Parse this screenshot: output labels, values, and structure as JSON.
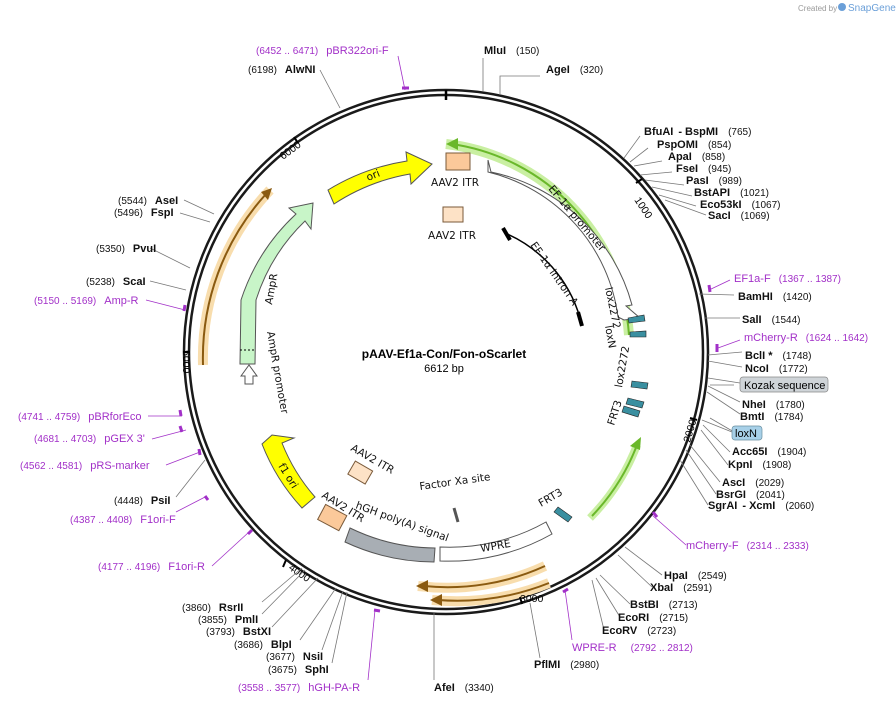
{
  "plasmid": {
    "name": "pAAV-Ef1a-Con/Fon-oScarlet",
    "length": "6612 bp"
  },
  "branding": {
    "created_by": "Created by",
    "product": "SnapGene"
  },
  "ticks": [
    "1000",
    "2000",
    "3000",
    "4000",
    "5000",
    "6000"
  ],
  "sites": [
    {
      "name": "MluI",
      "pos": "(150)"
    },
    {
      "name": "AgeI",
      "pos": "(320)"
    },
    {
      "name": "BfuAI",
      "pos": ""
    },
    {
      "name": "- BspMI",
      "pos": "(765)"
    },
    {
      "name": "PspOMI",
      "pos": "(854)"
    },
    {
      "name": "ApaI",
      "pos": "(858)"
    },
    {
      "name": "FseI",
      "pos": "(945)"
    },
    {
      "name": "PasI",
      "pos": "(989)"
    },
    {
      "name": "BstAPI",
      "pos": "(1021)"
    },
    {
      "name": "Eco53kI",
      "pos": "(1067)"
    },
    {
      "name": "SacI",
      "pos": "(1069)"
    },
    {
      "name": "BamHI",
      "pos": "(1420)"
    },
    {
      "name": "SalI",
      "pos": "(1544)"
    },
    {
      "name": "BclI *",
      "pos": "(1748)"
    },
    {
      "name": "NcoI",
      "pos": "(1772)"
    },
    {
      "name": "NheI",
      "pos": "(1780)"
    },
    {
      "name": "BmtI",
      "pos": "(1784)"
    },
    {
      "name": "Acc65I",
      "pos": "(1904)"
    },
    {
      "name": "KpnI",
      "pos": "(1908)"
    },
    {
      "name": "AscI",
      "pos": "(2029)"
    },
    {
      "name": "BsrGI",
      "pos": "(2041)"
    },
    {
      "name": "SgrAI",
      "pos": ""
    },
    {
      "name": "- XcmI",
      "pos": "(2060)"
    },
    {
      "name": "HpaI",
      "pos": "(2549)"
    },
    {
      "name": "XbaI",
      "pos": "(2591)"
    },
    {
      "name": "BstBI",
      "pos": "(2713)"
    },
    {
      "name": "EcoRI",
      "pos": "(2715)"
    },
    {
      "name": "EcoRV",
      "pos": "(2723)"
    },
    {
      "name": "PflMI",
      "pos": "(2980)"
    },
    {
      "name": "AfeI",
      "pos": "(3340)"
    },
    {
      "name": "SphI",
      "pos": "(3675)"
    },
    {
      "name": "NsiI",
      "pos": "(3677)"
    },
    {
      "name": "BlpI",
      "pos": "(3686)"
    },
    {
      "name": "BstXI",
      "pos": "(3793)"
    },
    {
      "name": "PmlI",
      "pos": "(3855)"
    },
    {
      "name": "RsrII",
      "pos": "(3860)"
    },
    {
      "name": "PsiI",
      "pos": "(4448)"
    },
    {
      "name": "ScaI",
      "pos": "(5238)"
    },
    {
      "name": "PvuI",
      "pos": "(5350)"
    },
    {
      "name": "FspI",
      "pos": "(5496)"
    },
    {
      "name": "AseI",
      "pos": "(5544)"
    },
    {
      "name": "AlwNI",
      "pos": "(6198)"
    }
  ],
  "primers": [
    {
      "name": "pBR322ori-F",
      "pos": "(6452 .. 6471)"
    },
    {
      "name": "EF1a-F",
      "pos": "(1367 .. 1387)"
    },
    {
      "name": "mCherry-R",
      "pos": "(1624 .. 1642)"
    },
    {
      "name": "mCherry-F",
      "pos": "(2314 .. 2333)"
    },
    {
      "name": "WPRE-R",
      "pos": "(2792 .. 2812)"
    },
    {
      "name": "hGH-PA-R",
      "pos": "(3558 .. 3577)"
    },
    {
      "name": "F1ori-R",
      "pos": "(4177 .. 4196)"
    },
    {
      "name": "F1ori-F",
      "pos": "(4387 .. 4408)"
    },
    {
      "name": "pRS-marker",
      "pos": "(4562 .. 4581)"
    },
    {
      "name": "pGEX 3'",
      "pos": "(4681 .. 4703)"
    },
    {
      "name": "pBRforEco",
      "pos": "(4741 .. 4759)"
    },
    {
      "name": "Amp-R",
      "pos": "(5150 .. 5169)"
    }
  ],
  "boxed_labels": [
    {
      "text": "Kozak sequence"
    },
    {
      "text": "loxN"
    }
  ],
  "features": [
    {
      "label": "AAV2 ITR"
    },
    {
      "label": "AAV2 ITR"
    },
    {
      "label": "EF-1α promoter"
    },
    {
      "label": "EF-1α intron A"
    },
    {
      "label": "lox2272"
    },
    {
      "label": "loxN"
    },
    {
      "label": "lox2272"
    },
    {
      "label": "FRT3"
    },
    {
      "label": "FRT3"
    },
    {
      "label": "WPRE"
    },
    {
      "label": "hGH poly(A) signal"
    },
    {
      "label": "Factor Xa site"
    },
    {
      "label": "AAV2 ITR"
    },
    {
      "label": "AAV2 ITR"
    },
    {
      "label": "f1 ori"
    },
    {
      "label": "AmpR promoter"
    },
    {
      "label": "AmpR"
    },
    {
      "label": "ori"
    }
  ],
  "colors": {
    "backbone": "#1a1a1a",
    "primer": "#a230c8",
    "ori": "#ffff00",
    "ampr": "#c8f5c8",
    "itr": "#fbc99a",
    "polyA": "#a8aeb4",
    "orf_highlight": "#f5c46e",
    "green_highlight": "#9ad65a",
    "lox": "#3a8fa0"
  }
}
